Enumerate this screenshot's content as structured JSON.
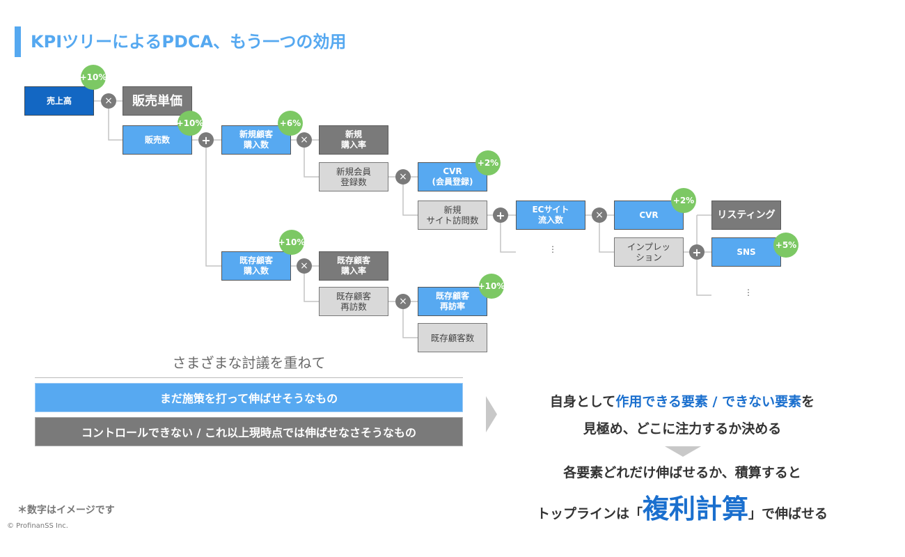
{
  "title": "KPIツリーによるPDCA、もう一つの効用",
  "colors": {
    "accent": "#55a8f0",
    "root_node": "#1367c3",
    "actionable_node": "#57a9f1",
    "uncontrollable_node": "#7a7a7a",
    "neutral_node": "#d9d9d9",
    "badge": "#7cc864",
    "highlight_text": "#1a6fce"
  },
  "tree": {
    "nodes": {
      "sales": {
        "label": "売上高",
        "badge": "+10%"
      },
      "unit_price": {
        "label": "販売単価"
      },
      "units_sold": {
        "label": "販売数",
        "badge": "+10%"
      },
      "new_customer_purchases": {
        "label": "新規顧客\n購入数",
        "badge": "+6%"
      },
      "new_purchase_rate": {
        "label": "新規\n購入率"
      },
      "new_member_signups": {
        "label": "新規会員\n登録数"
      },
      "cvr_signup": {
        "label": "CVR\n(会員登録)",
        "badge": "+2%"
      },
      "new_site_visits": {
        "label": "新規\nサイト訪問数"
      },
      "ec_site_inflow": {
        "label": "ECサイト\n流入数"
      },
      "cvr": {
        "label": "CVR",
        "badge": "+2%"
      },
      "impressions": {
        "label": "インプレッ\nション"
      },
      "listing": {
        "label": "リスティング"
      },
      "sns": {
        "label": "SNS",
        "badge": "+5%"
      },
      "existing_customer_purchases": {
        "label": "既存顧客\n購入数",
        "badge": "+10%"
      },
      "existing_purchase_rate": {
        "label": "既存顧客\n購入率"
      },
      "existing_revisits": {
        "label": "既存顧客\n再訪数"
      },
      "existing_revisit_rate": {
        "label": "既存顧客\n再訪率",
        "badge": "+10%"
      },
      "existing_customers": {
        "label": "既存顧客数"
      }
    },
    "operators": {
      "multiply": "×",
      "plus": "+"
    },
    "ellipsis": "⋮"
  },
  "discussion": {
    "heading": "さまざまな討議を重ねて",
    "actionable_label": "まだ施策を打って伸ばせそうなもの",
    "uncontrollable_label": "コントロールできない / これ以上現時点では伸ばせなさそうなもの"
  },
  "conclusion": {
    "line1_prefix": "自身として",
    "line1_highlight": "作用できる要素 / できない要素",
    "line1_suffix": "を",
    "line2": "見極め、どこに注力するか決める",
    "line3": "各要素どれだけ伸ばせるか、積算すると",
    "line4_prefix": "トップラインは「",
    "line4_highlight": "複利計算",
    "line4_suffix": "」で伸ばせる"
  },
  "footer": {
    "note": "＊数字はイメージです",
    "copyright": "© ProfinanSS Inc."
  }
}
